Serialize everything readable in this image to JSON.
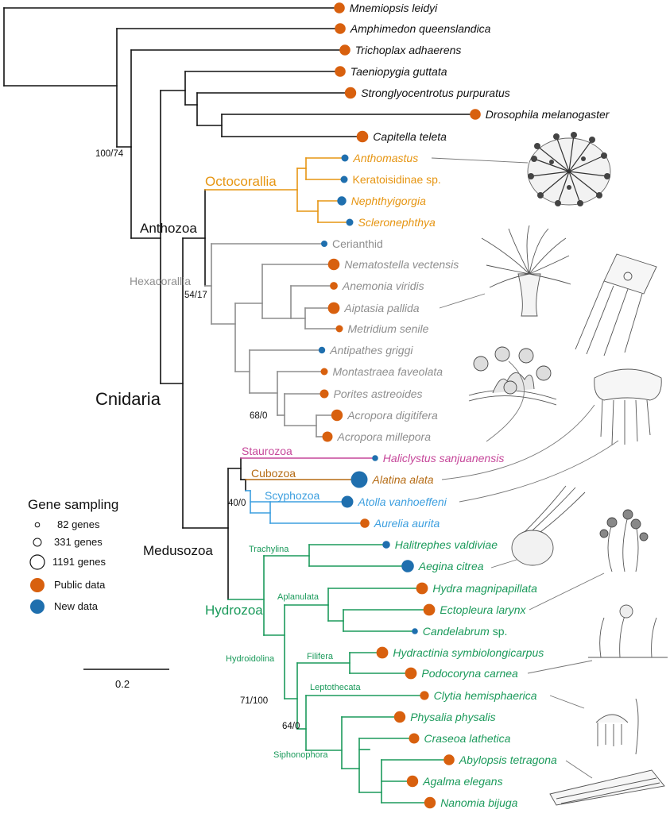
{
  "colors": {
    "black": "#111111",
    "octocorallia": "#e69512",
    "hexacorallia": "#8e8e8e",
    "staurozoa": "#c6479a",
    "cubozoa": "#b56b14",
    "scyphozoa": "#3d9fdf",
    "hydrozoa": "#1b9a5b",
    "public_dot": "#d8600e",
    "new_dot": "#1f6fae"
  },
  "taxa": [
    {
      "id": "mnemiopsis",
      "label": "Mnemiopsis leidyi",
      "data": "public",
      "genes": 331,
      "group": "black",
      "italic": true
    },
    {
      "id": "amphimedon",
      "label": "Amphimedon queenslandica",
      "data": "public",
      "genes": 331,
      "group": "black",
      "italic": true
    },
    {
      "id": "trichoplax",
      "label": "Trichoplax adhaerens",
      "data": "public",
      "genes": 331,
      "group": "black",
      "italic": true
    },
    {
      "id": "taeniopygia",
      "label": "Taeniopygia guttata",
      "data": "public",
      "genes": 331,
      "group": "black",
      "italic": true
    },
    {
      "id": "strongylo",
      "label": "Stronglyocentrotus purpuratus",
      "data": "public",
      "genes": 400,
      "group": "black",
      "italic": true
    },
    {
      "id": "drosophila",
      "label": "Drosophila melanogaster",
      "data": "public",
      "genes": 331,
      "group": "black",
      "italic": true
    },
    {
      "id": "capitella",
      "label": "Capitella teleta",
      "data": "public",
      "genes": 420,
      "group": "black",
      "italic": true
    },
    {
      "id": "anthomastus",
      "label": "Anthomastus",
      "data": "new",
      "genes": 82,
      "group": "octocorallia",
      "italic": true
    },
    {
      "id": "keratoisidinae",
      "label": "Keratoisidinae sp.",
      "data": "new",
      "genes": 82,
      "group": "octocorallia",
      "italic": false
    },
    {
      "id": "nephthyigorgia",
      "label": "Nephthyigorgia",
      "data": "new",
      "genes": 190,
      "group": "octocorallia",
      "italic": true
    },
    {
      "id": "scleronephthya",
      "label": "Scleronephthya",
      "data": "new",
      "genes": 82,
      "group": "octocorallia",
      "italic": true
    },
    {
      "id": "cerianthid",
      "label": "Cerianthid",
      "data": "new",
      "genes": 50,
      "group": "hexacorallia",
      "italic": false
    },
    {
      "id": "nematostella",
      "label": "Nematostella vectensis",
      "data": "public",
      "genes": 420,
      "group": "hexacorallia",
      "italic": true
    },
    {
      "id": "anemonia",
      "label": "Anemonia viridis",
      "data": "public",
      "genes": 110,
      "group": "hexacorallia",
      "italic": true
    },
    {
      "id": "aiptasia",
      "label": "Aiptasia pallida",
      "data": "public",
      "genes": 430,
      "group": "hexacorallia",
      "italic": true
    },
    {
      "id": "metridium",
      "label": "Metridium senile",
      "data": "public",
      "genes": 82,
      "group": "hexacorallia",
      "italic": true
    },
    {
      "id": "antipathes",
      "label": "Antipathes griggi",
      "data": "new",
      "genes": 60,
      "group": "hexacorallia",
      "italic": true
    },
    {
      "id": "montastraea",
      "label": "Montastraea faveolata",
      "data": "public",
      "genes": 82,
      "group": "hexacorallia",
      "italic": true
    },
    {
      "id": "porites",
      "label": "Porites astreoides",
      "data": "public",
      "genes": 170,
      "group": "hexacorallia",
      "italic": true
    },
    {
      "id": "acropora_d",
      "label": "Acropora digitifera",
      "data": "public",
      "genes": 400,
      "group": "hexacorallia",
      "italic": true
    },
    {
      "id": "acropora_m",
      "label": "Acropora millepora",
      "data": "public",
      "genes": 300,
      "group": "hexacorallia",
      "italic": true
    },
    {
      "id": "haliclystus",
      "label": "Haliclystus sanjuanensis",
      "data": "new",
      "genes": 40,
      "group": "staurozoa",
      "italic": true
    },
    {
      "id": "alatina",
      "label": "Alatina alata",
      "data": "new",
      "genes": 1191,
      "group": "cubozoa",
      "italic": true
    },
    {
      "id": "atolla",
      "label": "Atolla vanhoeffeni",
      "data": "new",
      "genes": 450,
      "group": "scyphozoa",
      "italic": true
    },
    {
      "id": "aurelia",
      "label": "Aurelia aurita",
      "data": "public",
      "genes": 200,
      "group": "scyphozoa",
      "italic": true
    },
    {
      "id": "halitrephes",
      "label": "Halitrephes valdiviae",
      "data": "new",
      "genes": 100,
      "group": "hydrozoa",
      "italic": true
    },
    {
      "id": "aegina",
      "label": "Aegina citrea",
      "data": "new",
      "genes": 500,
      "group": "hydrozoa",
      "italic": true
    },
    {
      "id": "hydra",
      "label": "Hydra magnipapillata",
      "data": "public",
      "genes": 430,
      "group": "hydrozoa",
      "italic": true
    },
    {
      "id": "ectopleura",
      "label": "Ectopleura larynx",
      "data": "public",
      "genes": 430,
      "group": "hydrozoa",
      "italic": true
    },
    {
      "id": "candelabrum",
      "label": "Candelabrum",
      "suffix": " sp.",
      "data": "new",
      "genes": 40,
      "group": "hydrozoa",
      "italic": true
    },
    {
      "id": "hydractinia",
      "label": "Hydractinia symbiolongicarpus",
      "data": "public",
      "genes": 430,
      "group": "hydrozoa",
      "italic": true
    },
    {
      "id": "podocoryna",
      "label": "Podocoryna carnea",
      "data": "public",
      "genes": 430,
      "group": "hydrozoa",
      "italic": true
    },
    {
      "id": "clytia",
      "label": "Clytia hemisphaerica",
      "data": "public",
      "genes": 180,
      "group": "hydrozoa",
      "italic": true
    },
    {
      "id": "physalia",
      "label": "Physalia physalis",
      "data": "public",
      "genes": 400,
      "group": "hydrozoa",
      "italic": true
    },
    {
      "id": "craseoa",
      "label": "Craseoa lathetica",
      "data": "public",
      "genes": 300,
      "group": "hydrozoa",
      "italic": true
    },
    {
      "id": "abylopsis",
      "label": "Abylopsis tetragona",
      "data": "public",
      "genes": 330,
      "group": "hydrozoa",
      "italic": true
    },
    {
      "id": "agalma",
      "label": "Agalma elegans",
      "data": "public",
      "genes": 400,
      "group": "hydrozoa",
      "italic": true
    },
    {
      "id": "nanomia",
      "label": "Nanomia bijuga",
      "data": "public",
      "genes": 400,
      "group": "hydrozoa",
      "italic": true
    }
  ],
  "clades": {
    "cnidaria": "Cnidaria",
    "anthozoa": "Anthozoa",
    "medusozoa": "Medusozoa",
    "octocorallia": "Octocorallia",
    "hexacorallia": "Hexacorallia",
    "staurozoa": "Staurozoa",
    "cubozoa": "Cubozoa",
    "scyphozoa": "Scyphozoa",
    "hydrozoa": "Hydrozoa",
    "trachylina": "Trachylina",
    "aplanulata": "Aplanulata",
    "hydroidolina": "Hydroidolina",
    "filifera": "Filifera",
    "leptothecata": "Leptothecata",
    "siphonophora": "Siphonophora"
  },
  "support": {
    "s100_74": "100/74",
    "s54_17": "54/17",
    "s68_0": "68/0",
    "s40_0": "40/0",
    "s71_100": "71/100",
    "s64_0": "64/0"
  },
  "legend": {
    "title": "Gene sampling",
    "g82": "82 genes",
    "g331": "331 genes",
    "g1191": "1191 genes",
    "public": "Public data",
    "new": "New data"
  },
  "scale_bar": {
    "length": 0.2,
    "label": "0.2"
  }
}
